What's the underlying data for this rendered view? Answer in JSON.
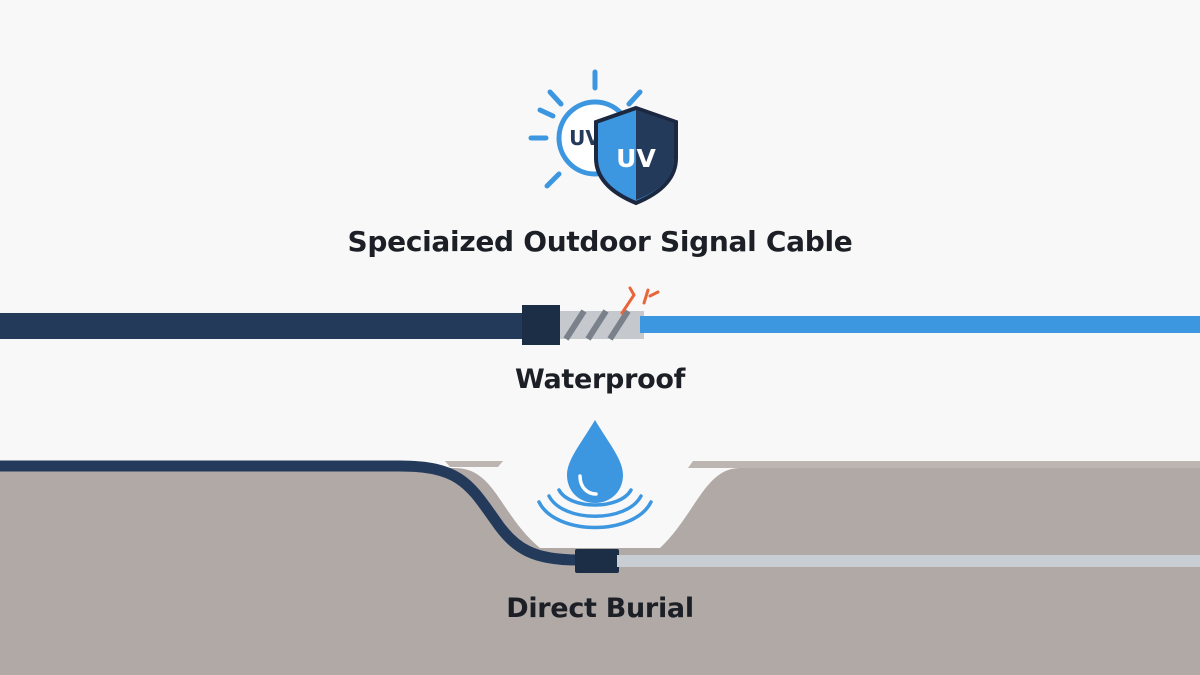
{
  "header": {
    "sun_badge_text": "UV",
    "shield_badge_text": "UV",
    "title": "Speciaized Outdoor Signal Cable"
  },
  "sections": [
    {
      "label": "Waterproof",
      "icon": "water-drop-icon"
    },
    {
      "label": "Direct Burial",
      "icon": "ground-trench"
    }
  ],
  "colors": {
    "background": "#f8f8f8",
    "navy": "#243a5a",
    "blue": "#3d97e0",
    "ground": "#b0a9a6",
    "light_cable": "#c9cdd4",
    "spark": "#e8663a",
    "text": "#1c1f26"
  },
  "icons": [
    "sun-icon",
    "shield-icon",
    "water-drop-icon",
    "wave-icon",
    "spark-icon"
  ]
}
